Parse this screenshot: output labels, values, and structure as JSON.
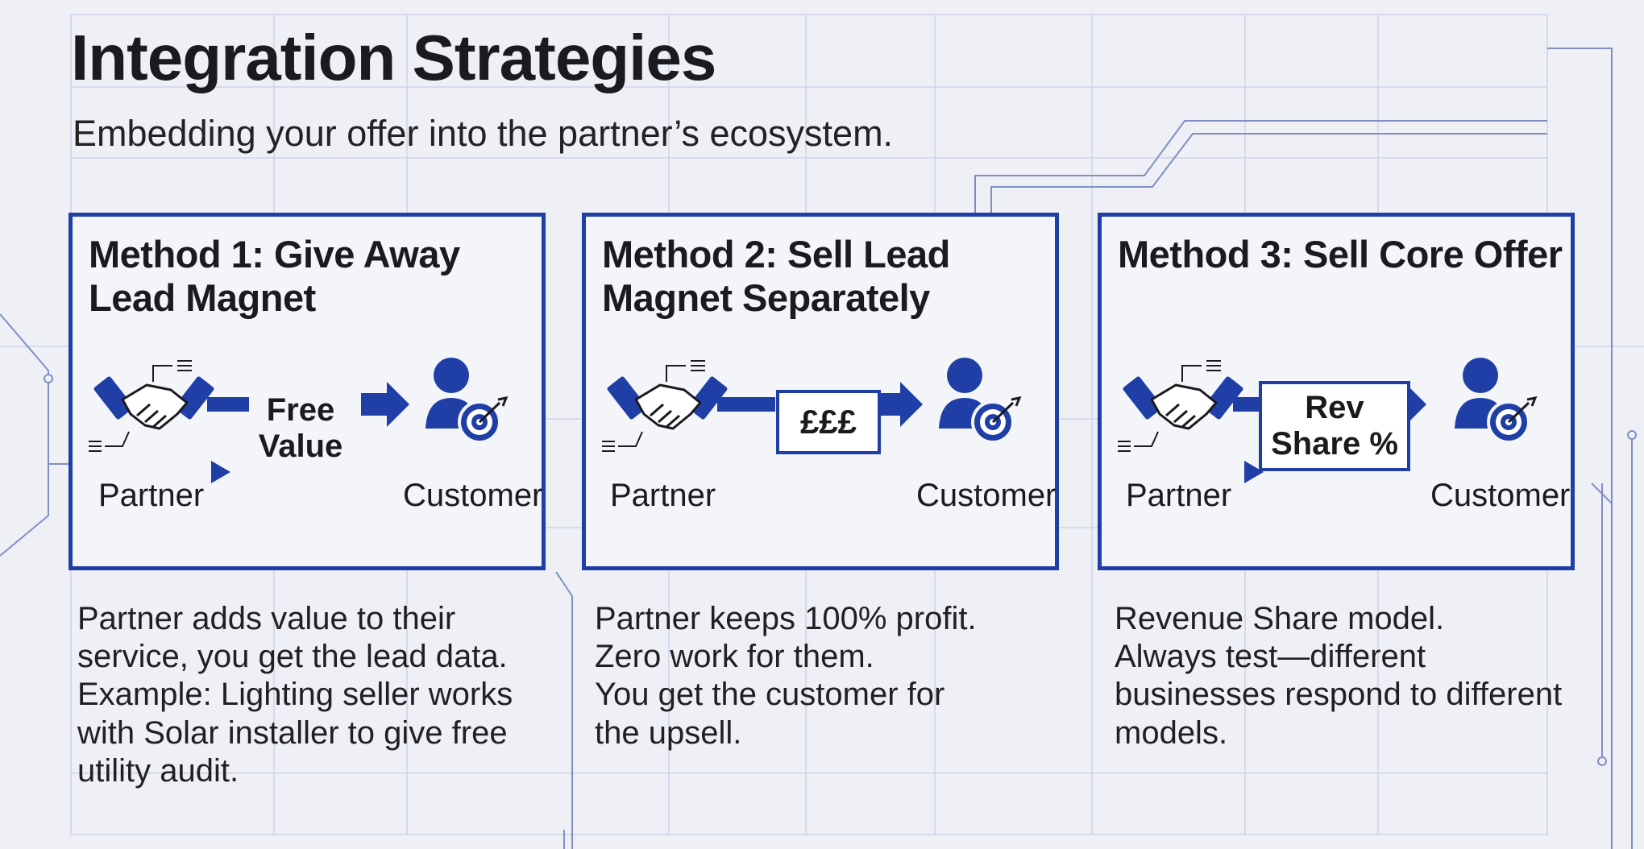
{
  "header": {
    "title": "Integration Strategies",
    "subtitle": "Embedding your offer into the partner’s ecosystem."
  },
  "colors": {
    "accent": "#1f3fa6",
    "background": "#eef0f6",
    "grid": "#c8cee6"
  },
  "methods": [
    {
      "title": "Method 1: Give Away Lead Magnet",
      "connector": "Free Value",
      "partner_label": "Partner",
      "customer_label": "Customer",
      "description": [
        "Partner adds value to their",
        "service, you get the lead data.",
        "Example: Lighting seller works",
        "with Solar installer to give free",
        "utility audit."
      ]
    },
    {
      "title": "Method 2: Sell Lead Magnet Separately",
      "connector": "£££",
      "partner_label": "Partner",
      "customer_label": "Customer",
      "description": [
        "Partner keeps 100% profit.",
        "Zero work for them.",
        "You get the customer for",
        "the upsell."
      ]
    },
    {
      "title": "Method 3: Sell Core Offer",
      "connector": "Rev Share %",
      "partner_label": "Partner",
      "customer_label": "Customer",
      "description": [
        "Revenue Share model.",
        "Always test—different",
        "businesses respond to different",
        "models."
      ]
    }
  ],
  "icons": [
    "handshake-icon",
    "customer-target-icon",
    "arrow-right-icon",
    "play-triangle-icon"
  ]
}
